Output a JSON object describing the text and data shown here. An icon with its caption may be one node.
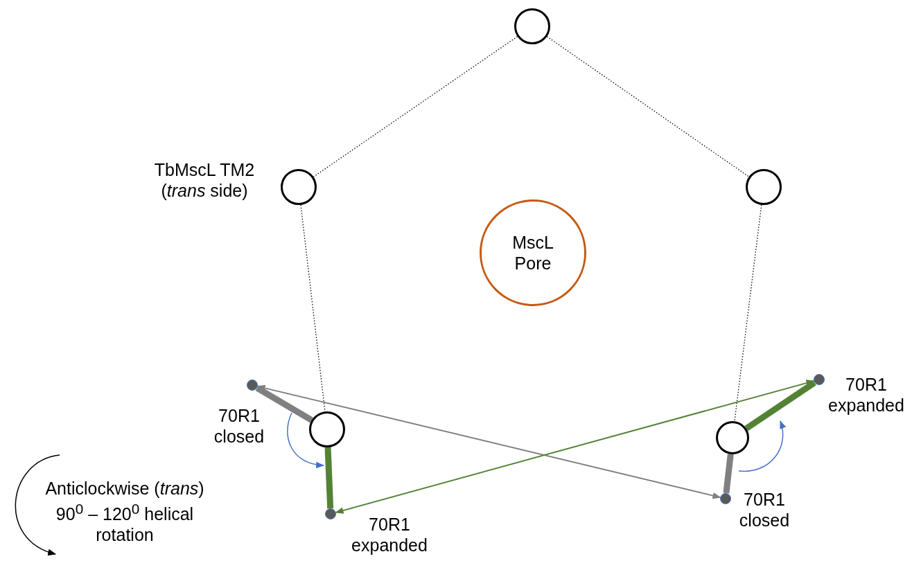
{
  "diagram": {
    "nodes": [
      {
        "text": [],
        "shape": "circle"
      },
      {
        "text": [],
        "shape": "circle",
        "beside": [
          "TbMscL TM2 (*trans* side)"
        ]
      },
      {
        "text": [],
        "shape": "circle"
      },
      {
        "text": [
          "MscL Pore"
        ]
      },
      {
        "text": [],
        "shape": "circle"
      },
      {
        "text": [],
        "shape": "circle"
      },
      {
        "text": [],
        "shape": "circle",
        "beside": [
          "70R1 closed"
        ]
      },
      {
        "text": [],
        "shape": "circle",
        "beside": [
          "70R1 expanded"
        ]
      },
      {
        "text": [],
        "shape": "circle",
        "beside": [
          "70R1 expanded"
        ]
      },
      {
        "text": [],
        "shape": "circle",
        "beside": [
          "70R1 closed"
        ]
      }
    ],
    "edges": [
      {
        "from": 0,
        "to": 1,
        "arrow": "none",
        "style": "dashed"
      },
      {
        "from": 0,
        "to": 2,
        "arrow": "none",
        "style": "dashed"
      },
      {
        "from": 1,
        "to": 4,
        "arrow": "none",
        "style": "dashed"
      },
      {
        "from": 2,
        "to": 5,
        "arrow": "none",
        "style": "dashed"
      },
      {
        "from": 4,
        "to": 6,
        "arrow": "none",
        "style": "thick",
        "color": "#808080"
      },
      {
        "from": 4,
        "to": 7,
        "arrow": "none",
        "style": "thick",
        "color": "#548235"
      },
      {
        "from": 5,
        "to": 8,
        "arrow": "none",
        "style": "thick",
        "color": "#548235"
      },
      {
        "from": 5,
        "to": 9,
        "arrow": "none",
        "style": "thick",
        "color": "#808080"
      },
      {
        "from": 9,
        "to": 6,
        "arrow": "both",
        "color": "#808080"
      },
      {
        "from": 7,
        "to": 8,
        "arrow": "both",
        "color": "#548235"
      }
    ],
    "labels": [
      "Anticlockwise (*trans*) 90$^{0}$ – 120$^{0}$ helical rotation"
    ]
  }
}
